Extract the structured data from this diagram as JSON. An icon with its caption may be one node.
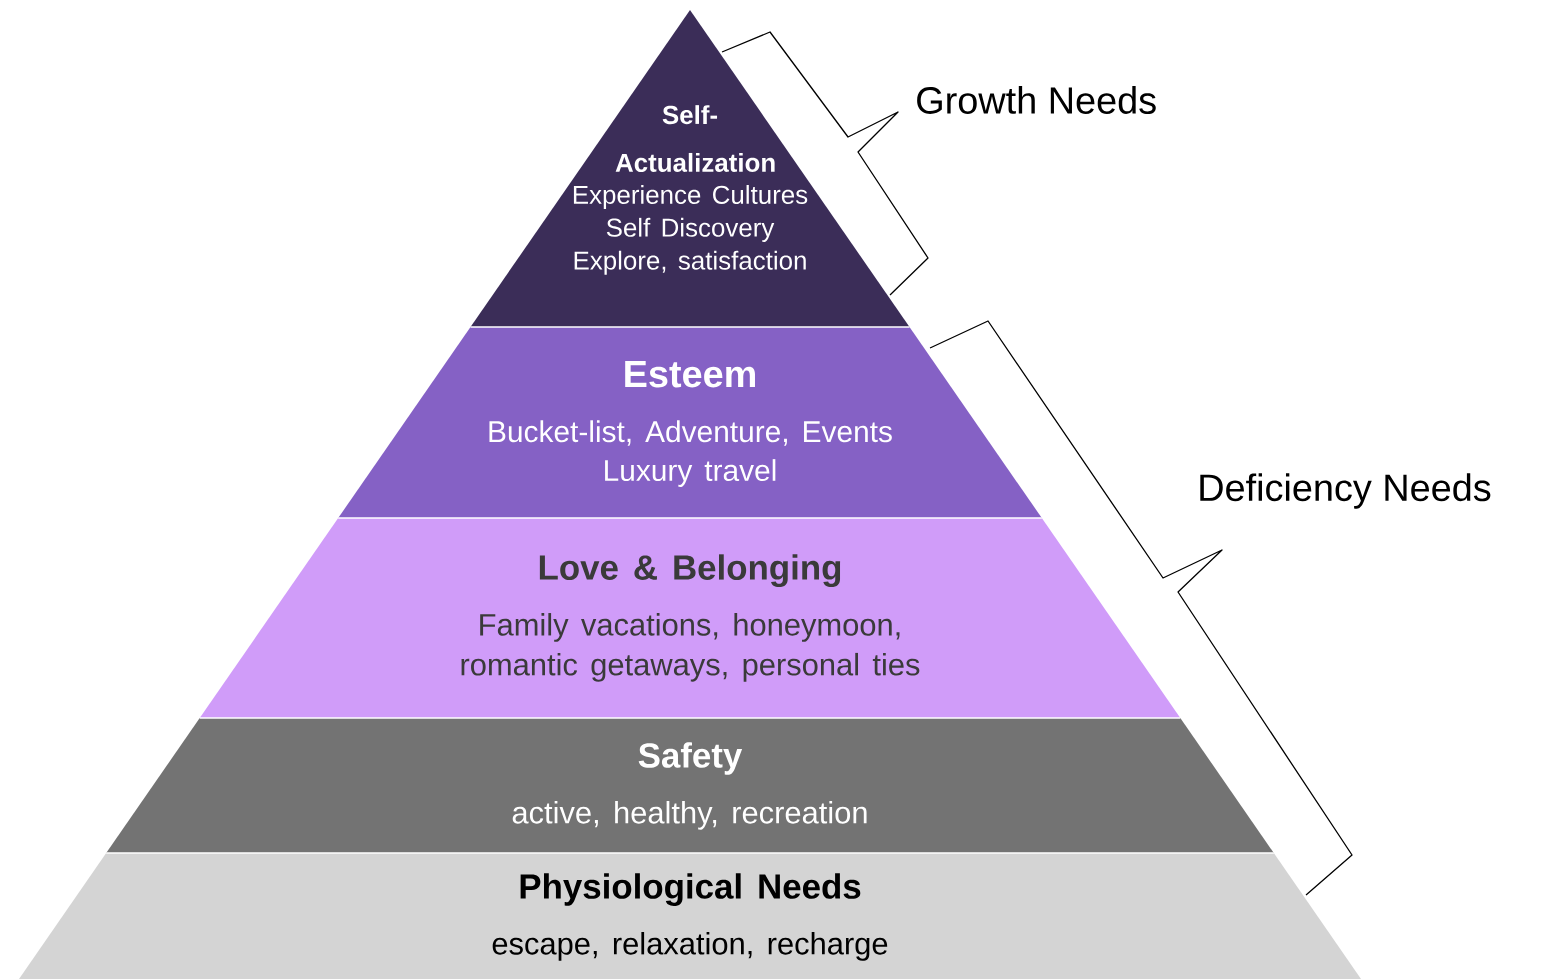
{
  "diagram": {
    "nodes": [
      {
        "text": [
          "Self-Actualization",
          "Experience Cultures",
          "Self Discovery",
          "Explore, satisfaction"
        ]
      },
      {
        "text": [
          "Esteem",
          "Bucket-list, Adventure, Events",
          "Luxury travel"
        ]
      },
      {
        "text": [
          "Love & Belonging",
          "Family vacations, honeymoon, romantic getaways, personal ties"
        ]
      },
      {
        "text": [
          "Safety",
          "active, healthy, recreation"
        ]
      },
      {
        "text": [
          "Physiological Needs",
          "escape, relaxation, recharge"
        ]
      }
    ],
    "labels": [
      "Growth Needs",
      "Deficiency Needs"
    ]
  }
}
